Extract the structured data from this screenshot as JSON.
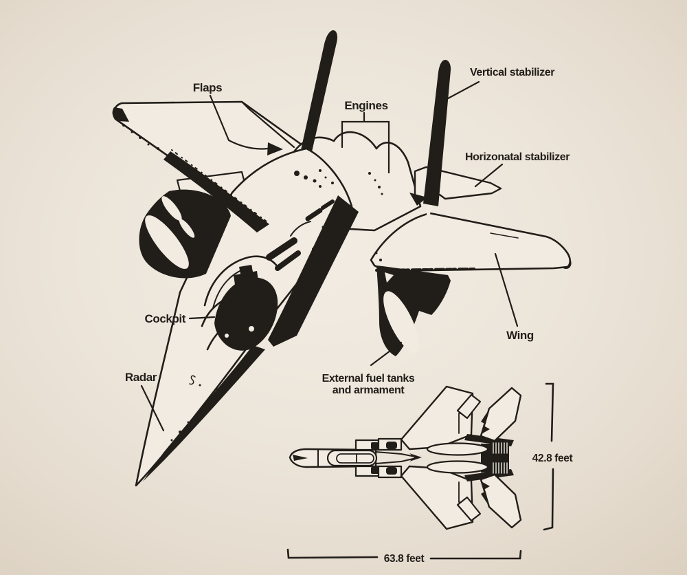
{
  "diagram": {
    "type": "annotated-aircraft-diagram",
    "views": [
      "three-quarter perspective drawing",
      "top view silhouette"
    ]
  },
  "labels": {
    "flaps": "Flaps",
    "engines": "Engines",
    "vertical_stabilizer": "Vertical stabilizer",
    "horizontal_stabilizer": "Horizonatal stabilizer",
    "wing": "Wing",
    "cockpit": "Cockpit",
    "radar": "Radar",
    "external_fuel_tanks_line1": "External fuel tanks",
    "external_fuel_tanks_line2": "and armament"
  },
  "dimensions": {
    "height": "42.8 feet",
    "length": "63.8 feet"
  },
  "colors": {
    "ink": "#211d19",
    "paper": "#ece5da",
    "paper_highlight": "#f2ece3"
  }
}
